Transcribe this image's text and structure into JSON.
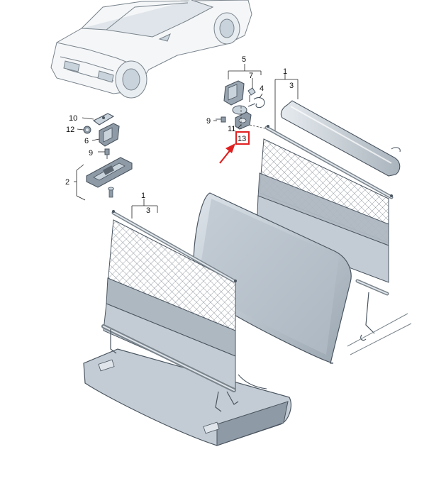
{
  "colors": {
    "background": "#ffffff",
    "part_fill": "#c9d3dc",
    "part_dark": "#8e9aa5",
    "highlight": "#e02020",
    "arrow": "#e02020",
    "vehicle_line": "#7a848c"
  },
  "callouts": {
    "c1_top": "1",
    "c3_top": "3",
    "c4": "4",
    "c5": "5",
    "c7": "7",
    "c9_top": "9",
    "c11": "11",
    "c13": "13",
    "c10": "10",
    "c12": "12",
    "c6": "6",
    "c9_mid": "9",
    "c2": "2",
    "c1_bottom": "1",
    "c3_bottom": "3"
  },
  "icons": {
    "arrow": "pointer-arrow-icon",
    "vehicle": "vehicle-suv-icon"
  }
}
